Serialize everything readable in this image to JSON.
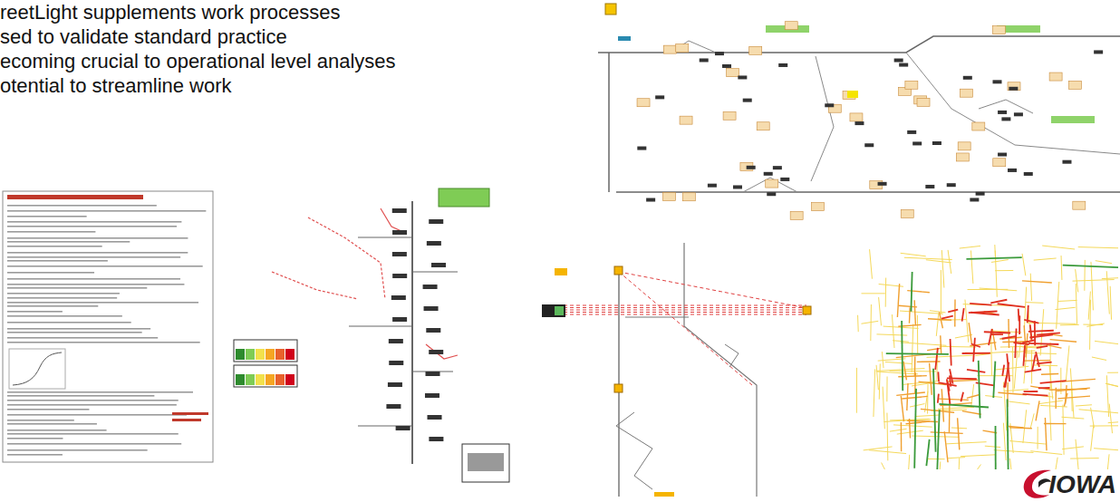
{
  "diagram": {
    "labels": [
      "reetLight supplements work processes",
      "sed to validate standard practice",
      "ecoming crucial to operational level analyses",
      "otential to streamline work",
      "IOWA"
    ]
  }
}
